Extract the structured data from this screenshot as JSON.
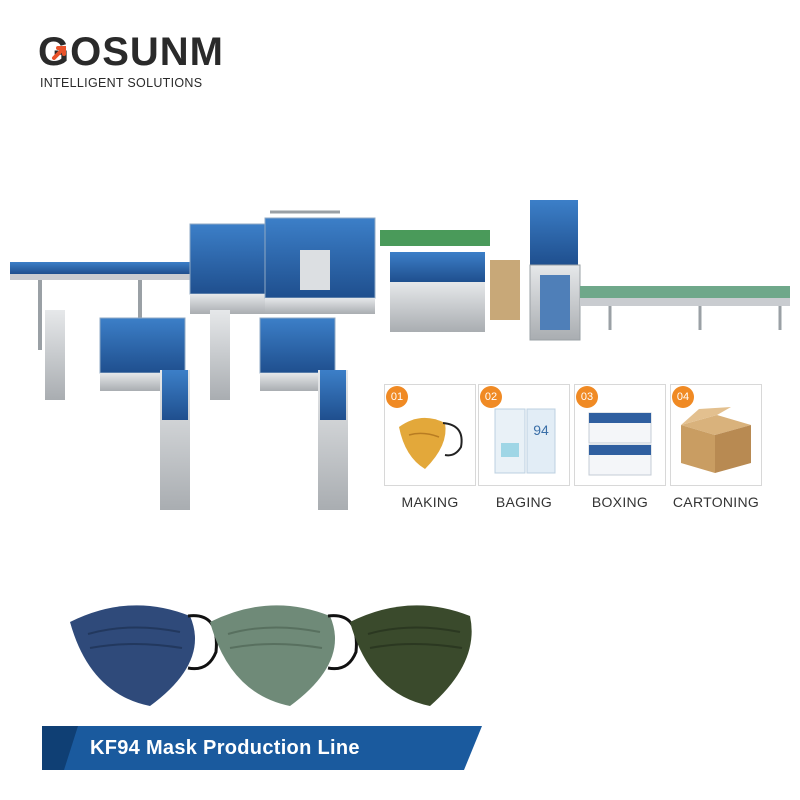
{
  "brand": {
    "name": "GOSUNM",
    "tagline": "INTELLIGENT SOLUTIONS",
    "accent_color": "#e8522a"
  },
  "steps": [
    {
      "number": "01",
      "label": "MAKING",
      "icon": "mask-icon"
    },
    {
      "number": "02",
      "label": "BAGING",
      "icon": "bag-icon"
    },
    {
      "number": "03",
      "label": "BOXING",
      "icon": "box-icon"
    },
    {
      "number": "04",
      "label": "CARTONING",
      "icon": "carton-icon"
    }
  ],
  "masks": {
    "colors": [
      "#2f4a7a",
      "#6f8a78",
      "#3a4a2c"
    ]
  },
  "banner": {
    "title": "KF94 Mask Production Line",
    "color": "#1a5a9e"
  }
}
